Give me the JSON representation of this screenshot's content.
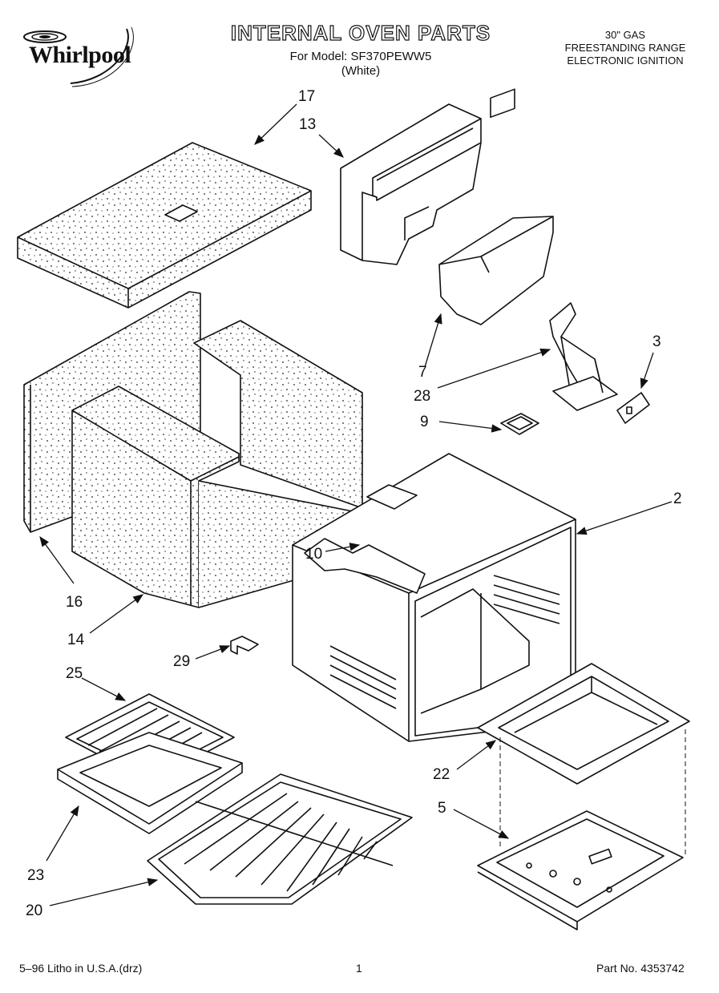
{
  "header": {
    "brand": "Whirlpool",
    "title": "INTERNAL OVEN PARTS",
    "model_line": "For Model: SF370PEWW5",
    "color_line": "(White)",
    "spec_1": "30\" GAS",
    "spec_2": "FREESTANDING RANGE",
    "spec_3": "ELECTRONIC IGNITION"
  },
  "callouts": [
    "17",
    "13",
    "7",
    "28",
    "3",
    "9",
    "2",
    "10",
    "16",
    "14",
    "29",
    "25",
    "22",
    "5",
    "23",
    "20"
  ],
  "footer": {
    "litho": "5–96 Litho in U.S.A.(drz)",
    "page": "1",
    "part_no": "Part No. 4353742"
  }
}
